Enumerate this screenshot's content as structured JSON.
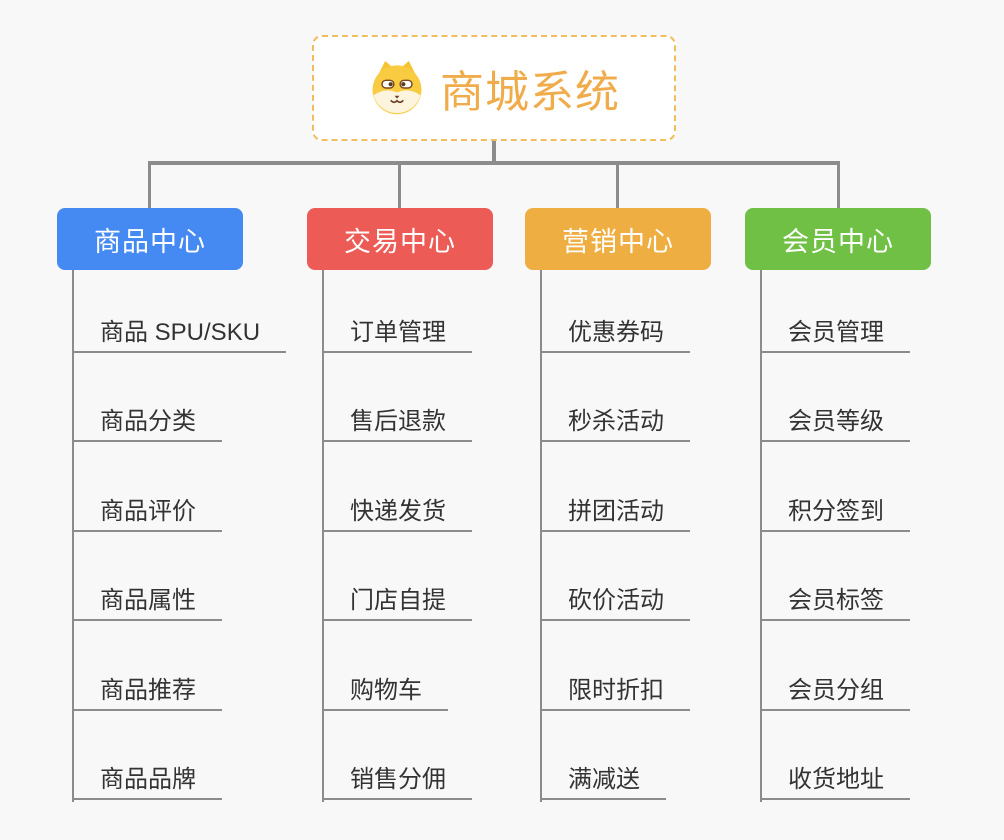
{
  "root": {
    "title": "商城系统",
    "icon": "dog-face-icon"
  },
  "branches": [
    {
      "label": "商品中心",
      "color": "#4589F2",
      "items": [
        "商品 SPU/SKU",
        "商品分类",
        "商品评价",
        "商品属性",
        "商品推荐",
        "商品品牌"
      ]
    },
    {
      "label": "交易中心",
      "color": "#EC5B56",
      "items": [
        "订单管理",
        "售后退款",
        "快递发货",
        "门店自提",
        "购物车",
        "销售分佣"
      ]
    },
    {
      "label": "营销中心",
      "color": "#EFAE41",
      "items": [
        "优惠券码",
        "秒杀活动",
        "拼团活动",
        "砍价活动",
        "限时折扣",
        "满减送"
      ]
    },
    {
      "label": "会员中心",
      "color": "#6FC044",
      "items": [
        "会员管理",
        "会员等级",
        "积分签到",
        "会员标签",
        "会员分组",
        "收货地址"
      ]
    }
  ],
  "colors": {
    "background": "#F8F8F8",
    "root_title": "#F0AC4B",
    "root_border": "#F2BD5E",
    "connector": "#8C8C8C",
    "item_text": "#333333"
  }
}
